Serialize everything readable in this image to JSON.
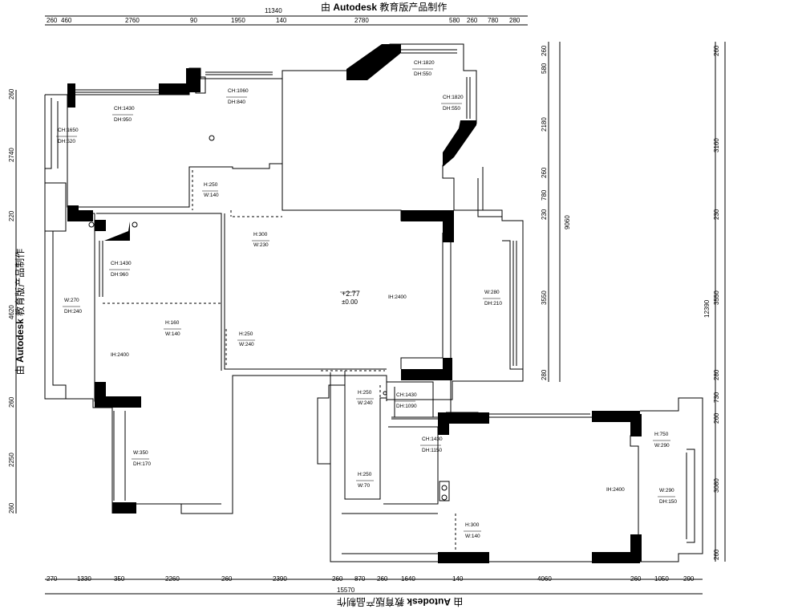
{
  "watermark": {
    "prefix": "由",
    "brand": "Autodesk",
    "suffix": "教育版产品制作"
  },
  "dimensions": {
    "top_total": "11340",
    "top": [
      "260",
      "460",
      "2760",
      "90",
      "1950",
      "140",
      "2780",
      "580",
      "260",
      "780",
      "280"
    ],
    "bottom_total": "15570",
    "bottom": [
      "270",
      "1330",
      "350",
      "2260",
      "260",
      "2390",
      "260",
      "870",
      "260",
      "1640",
      "140",
      "4060",
      "260",
      "1050",
      "290"
    ],
    "left": [
      "260",
      "2740",
      "220",
      "4620",
      "260",
      "2250",
      "260"
    ],
    "right_inner_total": "9060",
    "right_inner": [
      "260",
      "580",
      "2180",
      "260",
      "780",
      "230",
      "3550",
      "280"
    ],
    "right_outer_total": "12390",
    "right_outer": [
      "260",
      "3160",
      "230",
      "3550",
      "280",
      "730",
      "260",
      "3080",
      "260"
    ]
  },
  "labels": {
    "ch1430_a": "CH:1430",
    "dh950": "DH:950",
    "ch1650": "CH:1650",
    "dh520": "DH:520",
    "ch1060": "CH:1060",
    "dh840": "DH:840",
    "ch1820_a": "CH:1820",
    "dh550_a": "DH:550",
    "ch1820_b": "CH:1820",
    "dh550_b": "DH:550",
    "h250_a": "H:250",
    "w140_a": "W:140",
    "h300_a": "H:300",
    "w230": "W:230",
    "ch1430_b": "CH:1430",
    "dh960": "DH:960",
    "w270": "W:270",
    "dh240": "DH:240",
    "h160": "H:160",
    "w140_b": "W:140",
    "ih2400_a": "IH:2400",
    "h250_b": "H:250",
    "w240_a": "W:240",
    "elev": "+2.77",
    "elev0": "±0.00",
    "ih2400_b": "IH:2400",
    "w280": "W:280",
    "dh210": "DH:210",
    "h250_c": "H:250",
    "w240_b": "W:240",
    "ch1430_c": "CH:1430",
    "dh1090": "DH:1090",
    "ch1430_d": "CH:1430",
    "dh1150": "DH:1150",
    "h250_d": "H:250",
    "w70": "W:70",
    "w350": "W:350",
    "dh170": "DH:170",
    "ih2400_c": "IH:2400",
    "h750": "H:750",
    "w290_a": "W:290",
    "w290_b": "W:290",
    "dh150": "DH:150",
    "h300_b": "H:300",
    "w140_c": "W:140"
  }
}
